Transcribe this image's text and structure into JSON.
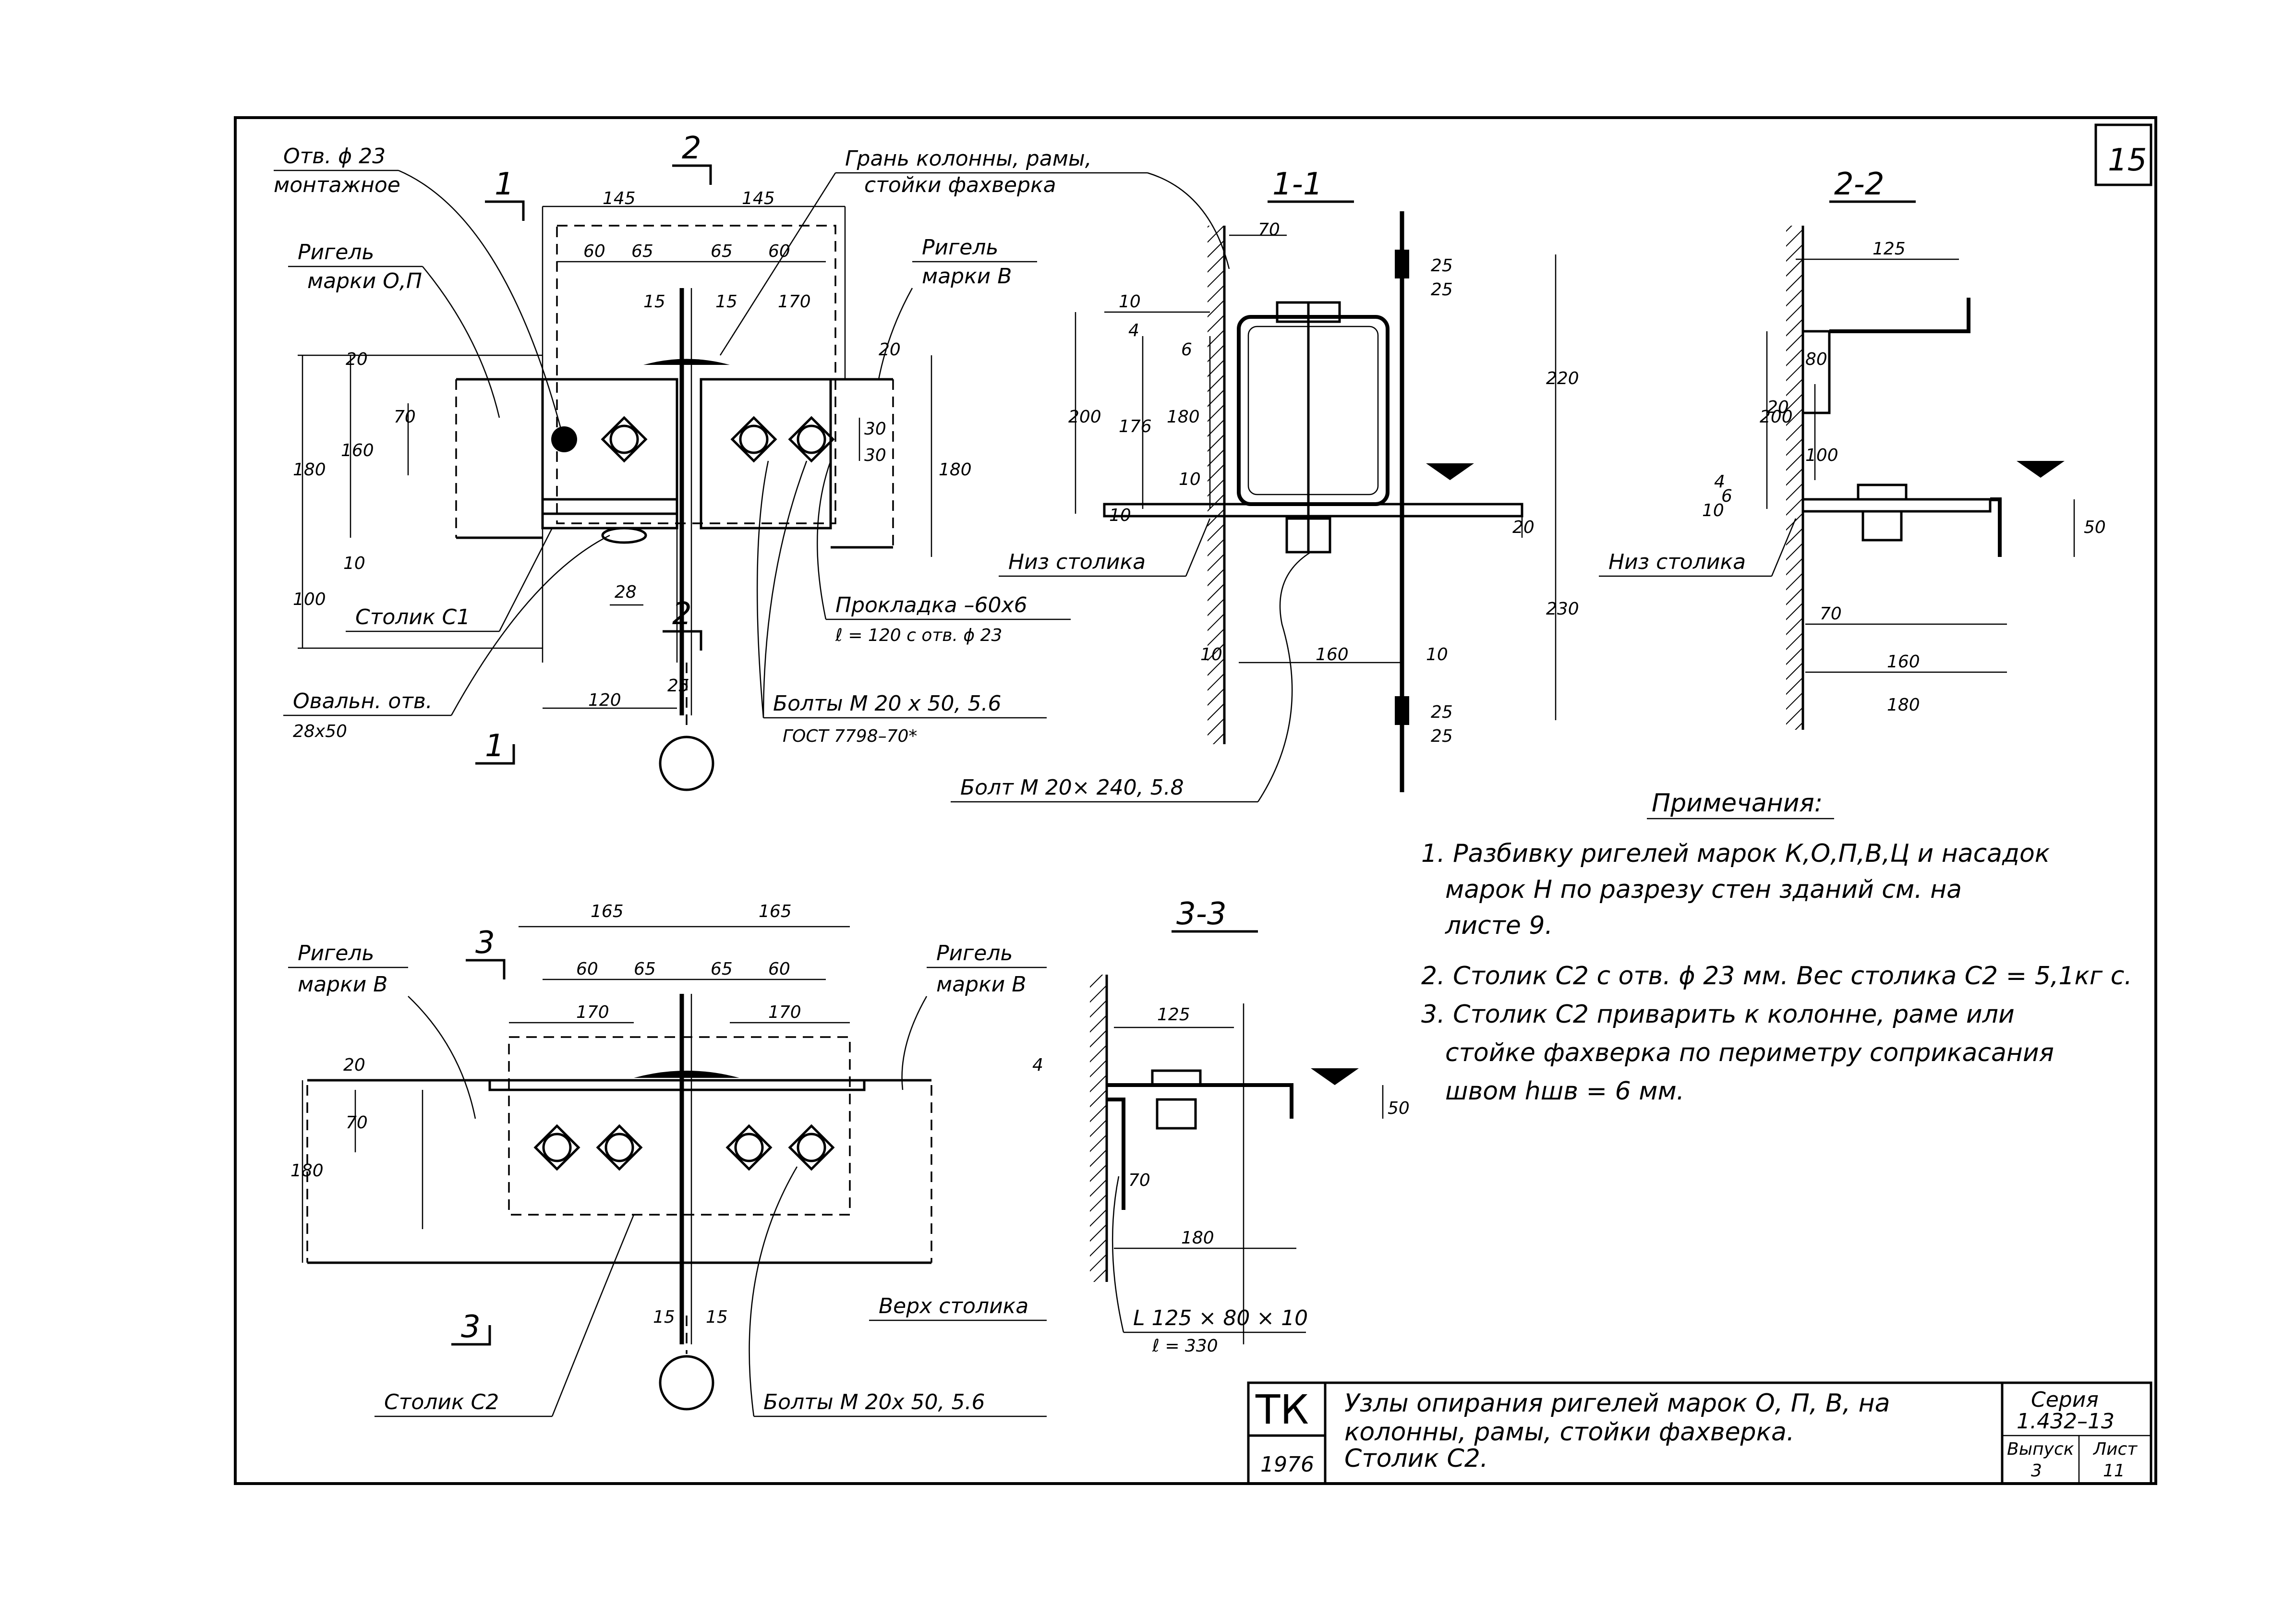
{
  "page_number": "15",
  "section_labels": {
    "s1": "1-1",
    "s2": "2-2",
    "s3": "3-3"
  },
  "cut_marks": {
    "c1_top": "1",
    "c1_bottom": "1",
    "c2_top": "2",
    "c2_mid": "2",
    "c3_top": "3",
    "c3_bottom": "3"
  },
  "top_view": {
    "hole_label_1": "Отв. ϕ 23",
    "hole_label_2": "монтажное",
    "face_label_1": "Грань колонны, рамы,",
    "face_label_2": "стойки фахверка",
    "beam_op_1": "Ригель",
    "beam_op_2": "марки О,П",
    "beam_v_1": "Ригель",
    "beam_v_2": "марки В",
    "table_c1": "Столик С1",
    "oval_1": "Овальн. отв.",
    "oval_2": "28х50",
    "gasket_1": "Прокладка –60х6",
    "gasket_2": "ℓ = 120 с отв. ϕ 23",
    "bolts_1": "Болты М 20 х 50, 5.6",
    "bolts_2": "ГОСТ 7798–70*",
    "dims": {
      "d145a": "145",
      "d145b": "145",
      "d60a": "60",
      "d65a": "65",
      "d65b": "65",
      "d60b": "60",
      "d15a": "15",
      "d15b": "15",
      "d170": "170",
      "d20a": "20",
      "d70": "70",
      "d180a": "180",
      "d160": "160",
      "d10a": "10",
      "d100": "100",
      "d20b": "20",
      "d30a": "30",
      "d30b": "30",
      "d180b": "180",
      "d28": "28",
      "d120": "120",
      "d25": "25"
    }
  },
  "section_1": {
    "bottom_label": "Низ столика",
    "bolt_label": "Болт М 20× 240, 5.8",
    "dims": {
      "d70": "70",
      "d10a": "10",
      "d4": "4",
      "d6": "6",
      "d200": "200",
      "d176": "176",
      "d180": "180",
      "d10b": "10",
      "d10c": "10",
      "d25a": "25",
      "d25b": "25",
      "d220": "220",
      "d20": "20",
      "d230": "230",
      "d10d": "10",
      "d160": "160",
      "d10e": "10",
      "d25c": "25",
      "d25d": "25"
    }
  },
  "section_2": {
    "bottom_label": "Низ столика",
    "dims": {
      "d125": "125",
      "d200": "200",
      "d80": "80",
      "d20": "20",
      "d100": "100",
      "d4": "4",
      "d6": "6",
      "d10": "10",
      "d50": "50",
      "d70": "70",
      "d160": "160",
      "d180": "180"
    }
  },
  "bottom_view": {
    "beam_l_1": "Ригель",
    "beam_l_2": "марки В",
    "beam_r_1": "Ригель",
    "beam_r_2": "марки В",
    "table_c2": "Столик С2",
    "table_top": "Верх столика",
    "bolts": "Болты М 20х 50, 5.6",
    "dims": {
      "d165a": "165",
      "d165b": "165",
      "d60a": "60",
      "d65a": "65",
      "d65b": "65",
      "d60b": "60",
      "d170a": "170",
      "d170b": "170",
      "d20": "20",
      "d70": "70",
      "d180": "180",
      "d15a": "15",
      "d15b": "15"
    }
  },
  "section_3": {
    "angle_1": "L 125 × 80 × 10",
    "angle_2": "ℓ = 330",
    "dims": {
      "d125": "125",
      "d4": "4",
      "d50": "50",
      "d70": "70",
      "d180": "180"
    }
  },
  "notes": {
    "title": "Примечания:",
    "lines": [
      "1. Разбивку ригелей марок К,О,П,В,Ц и насадок",
      "марок Н по разрезу стен зданий см. на",
      "листе 9.",
      "2. Столик С2 с отв. ϕ 23 мм.     Вес столика С2 = 5,1кг с.",
      "3. Столик С2 приварить к колонне, раме или",
      "стойке фахверка по периметру соприкасания",
      "швом hшв = 6 мм."
    ]
  },
  "title_block": {
    "logo": "ТК",
    "year": "1976",
    "title_lines": [
      "Узлы опирания ригелей марок О, П, В, на",
      "колонны, рамы, стойки фахверка.",
      "Столик С2."
    ],
    "series_label": "Серия",
    "series_value": "1.432–13",
    "issue_label": "Выпуск",
    "issue_value": "3",
    "sheet_label": "Лист",
    "sheet_value": "11"
  }
}
